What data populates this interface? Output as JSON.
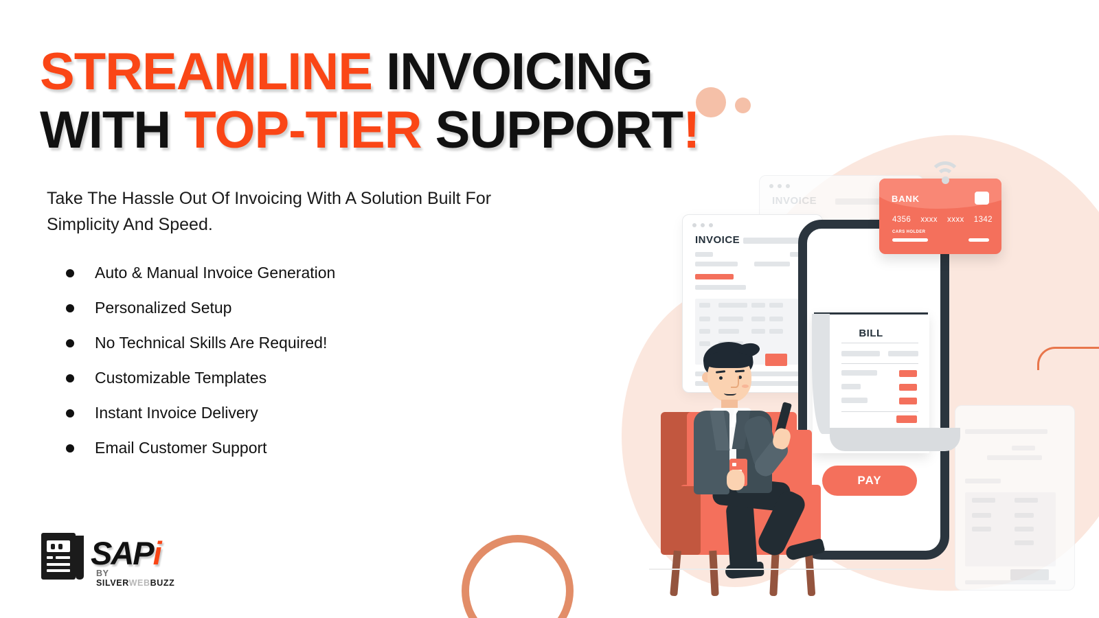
{
  "headline": {
    "line1_part1": "STREAMLINE ",
    "line1_part2": "INVOICING",
    "line2_part1": "WITH ",
    "line2_part2": "TOP-TIER",
    "line2_part3": " SUPPORT",
    "line2_part4": "!"
  },
  "subhead": "Take The Hassle Out Of Invoicing With A Solution Built For Simplicity And Speed.",
  "features": [
    {
      "label": "Auto & Manual Invoice Generation"
    },
    {
      "label": "Personalized Setup"
    },
    {
      "label": "No Technical Skills Are Required!"
    },
    {
      "label": "Customizable Templates"
    },
    {
      "label": "Instant Invoice Delivery"
    },
    {
      "label": "Email Customer Support"
    }
  ],
  "logo": {
    "word_main": "SAP",
    "word_accent": "i",
    "tagline_by": "BY ",
    "tagline_silver": "SILVER",
    "tagline_web": "WEB",
    "tagline_buzz": "BUZZ"
  },
  "illustration": {
    "invoice_main_title": "INVOICE",
    "invoice_back_title": "INVOICE",
    "bill_title": "BILL",
    "pay_button": "PAY",
    "credit_card": {
      "bank_label": "BANK",
      "number_group_1": "4356",
      "number_group_2": "xxxx",
      "number_group_3": "xxxx",
      "number_group_4": "1342",
      "holder_label": "CARS HOLDER"
    }
  },
  "colors": {
    "accent_orange": "#FA4616",
    "coral": "#F4705C",
    "peach_blob": "#FBE7DE",
    "ring_salmon": "#E28D68",
    "dark_ink": "#111111",
    "phone_frame": "#2B353E"
  }
}
